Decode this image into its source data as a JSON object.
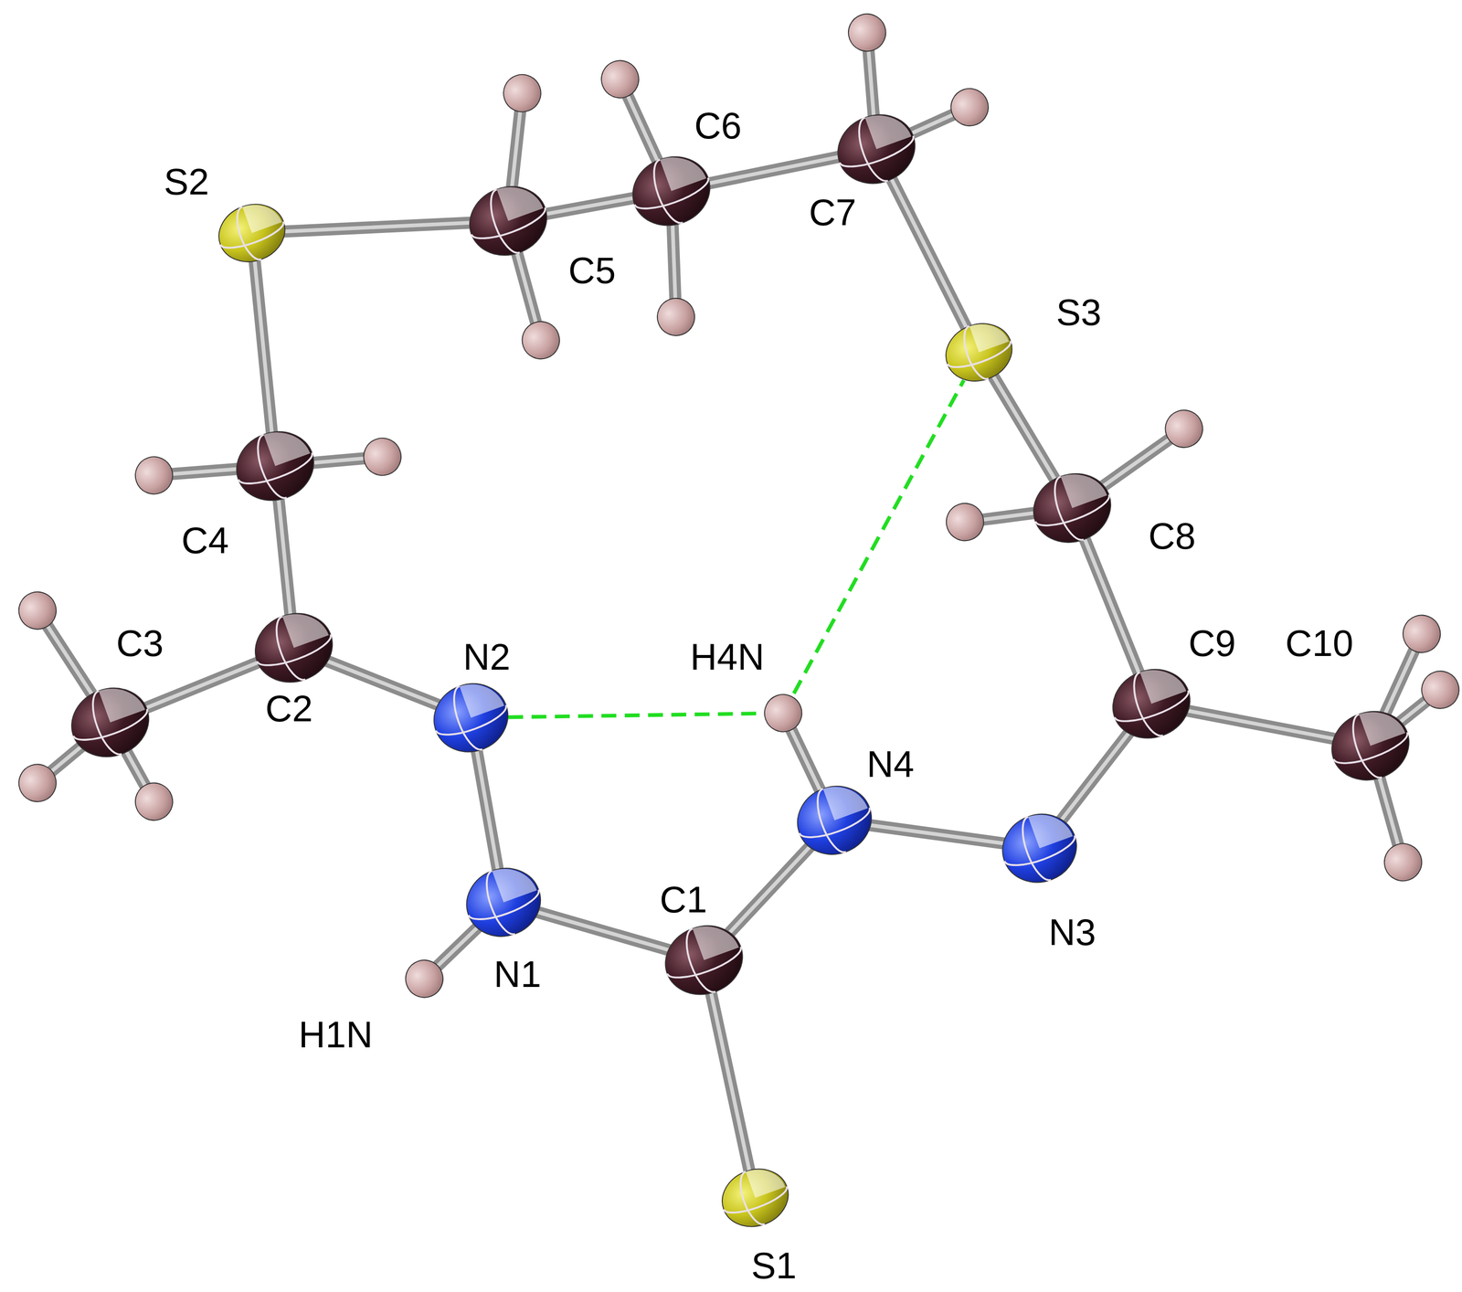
{
  "diagram": {
    "labels": [
      "S2",
      "C6",
      "C7",
      "C5",
      "S3",
      "C4",
      "C8",
      "C3",
      "C2",
      "N2",
      "H4N",
      "C9",
      "C10",
      "N4",
      "N1",
      "C1",
      "N3",
      "H1N",
      "S1"
    ]
  }
}
